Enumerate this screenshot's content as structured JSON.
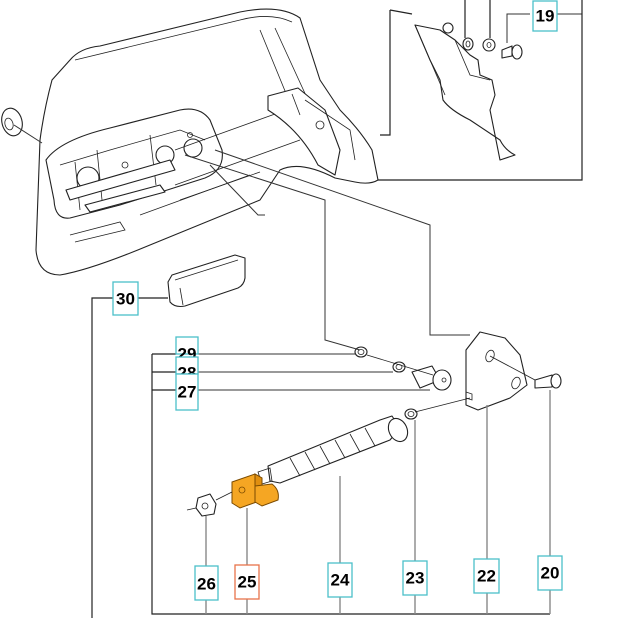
{
  "diagram": {
    "title": "Chain tensioner assembly — exploded parts view",
    "colors": {
      "callout_border": "#4bbfc9",
      "callout_selected_border": "#e8734a",
      "highlight_part": "#f5a623",
      "line": "#222222"
    },
    "selected_part": "25",
    "callouts": [
      {
        "id": "19",
        "label": "19",
        "selected": false
      },
      {
        "id": "20",
        "label": "20",
        "selected": false
      },
      {
        "id": "22",
        "label": "22",
        "selected": false
      },
      {
        "id": "23",
        "label": "23",
        "selected": false
      },
      {
        "id": "24",
        "label": "24",
        "selected": false
      },
      {
        "id": "25",
        "label": "25",
        "selected": true
      },
      {
        "id": "26",
        "label": "26",
        "selected": false
      },
      {
        "id": "27",
        "label": "27",
        "selected": false
      },
      {
        "id": "28",
        "label": "28",
        "selected": false
      },
      {
        "id": "29",
        "label": "29",
        "selected": false
      },
      {
        "id": "30",
        "label": "30",
        "selected": false
      }
    ],
    "parts": [
      {
        "name": "clutch-cover",
        "callout": null
      },
      {
        "name": "chain-catcher-plate",
        "callout": "19"
      },
      {
        "name": "screw",
        "callout": "20"
      },
      {
        "name": "bracket-plate",
        "callout": "22"
      },
      {
        "name": "o-ring",
        "callout": "23"
      },
      {
        "name": "adjusting-screw",
        "callout": "24"
      },
      {
        "name": "tensioner-nut",
        "callout": "25"
      },
      {
        "name": "nut",
        "callout": "26"
      },
      {
        "name": "gear",
        "callout": "27"
      },
      {
        "name": "washer",
        "callout": "28"
      },
      {
        "name": "o-ring-small",
        "callout": "29"
      },
      {
        "name": "cover-pad",
        "callout": "30"
      }
    ]
  }
}
